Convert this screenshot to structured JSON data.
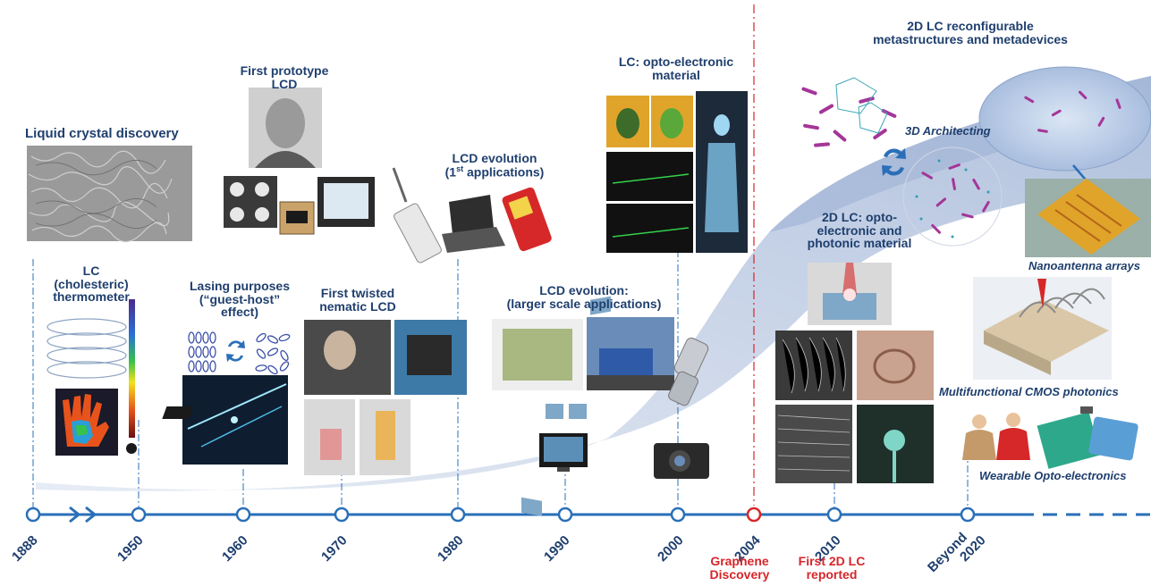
{
  "labels": {
    "liquid_crystal_discovery": "Liquid crystal discovery",
    "lc_thermometer": [
      "LC",
      "(cholesteric)",
      "thermometer"
    ],
    "first_prototype": [
      "First prototype",
      "LCD"
    ],
    "lasing": [
      "Lasing purposes",
      "(“guest-host”",
      "effect)"
    ],
    "first_twisted": [
      "First twisted",
      "nematic LCD"
    ],
    "lcd_evolution_first": [
      "LCD evolution",
      "(1",
      "st",
      " applications)"
    ],
    "lcd_evolution_larger": [
      "LCD evolution:",
      "(larger scale applications)"
    ],
    "lc_optoelectronic": [
      "LC: opto-electronic",
      "material"
    ],
    "title_2d": [
      "2D LC reconfigurable",
      "metastructures and metadevices"
    ],
    "architecting_3d": "3D Architecting",
    "lc_2d_material": [
      "2D LC: opto-",
      "electronic  and",
      "photonic material"
    ],
    "nanoantenna": "Nanoantenna arrays",
    "cmos": "Multifunctional CMOS photonics",
    "wearable": "Wearable Opto-electronics"
  },
  "timeline": {
    "years": [
      "1888",
      "1950",
      "1960",
      "1970",
      "1980",
      "1990",
      "2000",
      "2004",
      "2010",
      "Beyond",
      "2020"
    ],
    "graphene": [
      "Graphene",
      "Discovery"
    ],
    "first_2d": [
      "First 2D LC",
      "reported"
    ]
  },
  "colors": {
    "text": "#1f3f6e",
    "timeline": "#2a6fb8",
    "marker_red": "#d6262a",
    "wedge": "#b9c8e2"
  }
}
